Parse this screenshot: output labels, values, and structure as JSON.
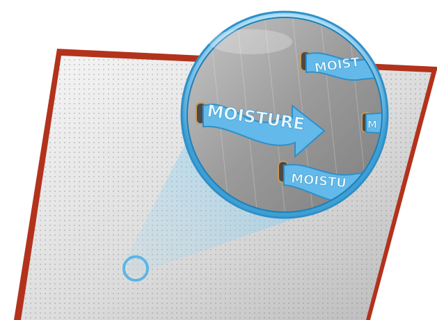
{
  "illustration": {
    "arrow_labels": [
      "MOISTURE",
      "MOIST",
      "MOISTU",
      "M"
    ],
    "colors": {
      "panel_edge": "#b3321c",
      "panel_face": "#e4e4e4",
      "lens_ring": "#5bb6e6",
      "beam": "#8fd0f2",
      "arrow": "#63b9ea",
      "metal": "#9a9a9a"
    },
    "icons": [
      "magnifier-lens",
      "perforation-hole",
      "moisture-arrow"
    ]
  }
}
